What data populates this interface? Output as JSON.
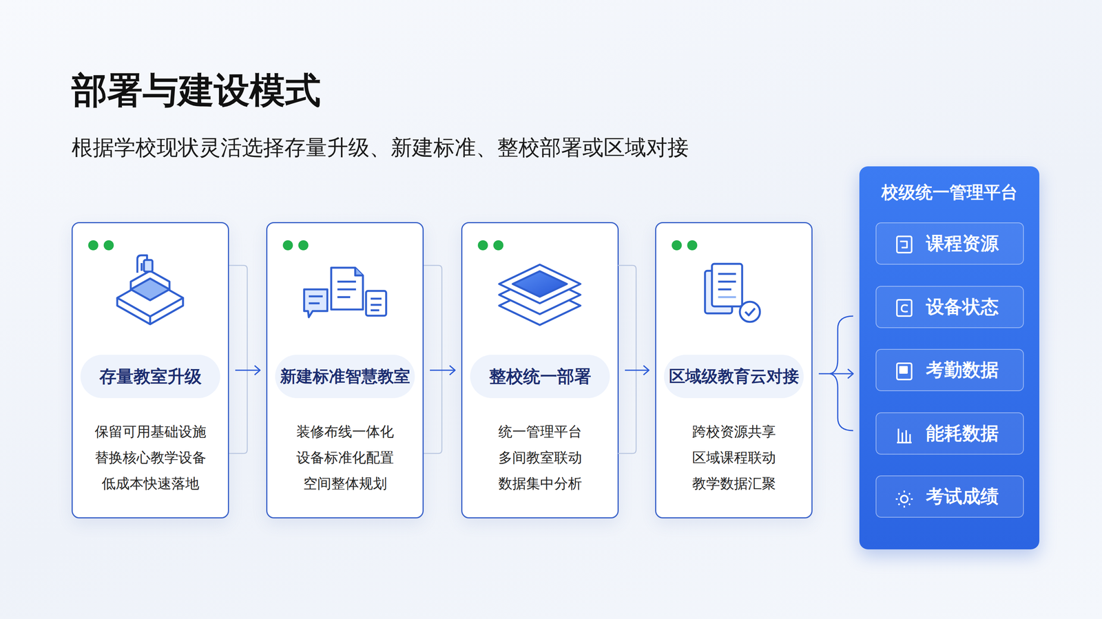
{
  "diagram": {
    "title": "部署与建设模式",
    "nodes": [
      {
        "text": [
          "存量教室升级",
          "保留可用基础设施",
          "替换核心教学设备",
          "低成本快速落地"
        ]
      },
      {
        "text": [
          "新建标准智慧教室",
          "装修布线一体化",
          "设备标准化配置",
          "空间整体规划"
        ]
      },
      {
        "text": [
          "整校统一部署",
          "统一管理平台",
          "多间教室联动",
          "数据集中分析"
        ]
      },
      {
        "text": [
          "区域级教育云对接",
          "跨校资源共享",
          "区域课程联动",
          "教学数据汇聚"
        ]
      },
      {
        "text": [
          "校级统一管理平台"
        ]
      },
      {
        "text": [
          "课程资源"
        ],
        "in": 4
      },
      {
        "text": [
          "设备状态"
        ],
        "in": 4
      },
      {
        "text": [
          "考勤数据"
        ],
        "in": 4
      },
      {
        "text": [
          "能耗数据"
        ],
        "in": 4
      },
      {
        "text": [
          "考试成绩"
        ],
        "in": 4
      }
    ],
    "edges": [
      {
        "from": 0,
        "to": 1,
        "arrow": "to"
      },
      {
        "from": 1,
        "to": 2,
        "arrow": "to"
      },
      {
        "from": 2,
        "to": 3,
        "arrow": "to"
      },
      {
        "from": 3,
        "to": 4,
        "arrow": "to"
      }
    ],
    "labels": [
      "根据学校现状灵活选择存量升级、新建标准、整校部署或区域对接"
    ]
  }
}
